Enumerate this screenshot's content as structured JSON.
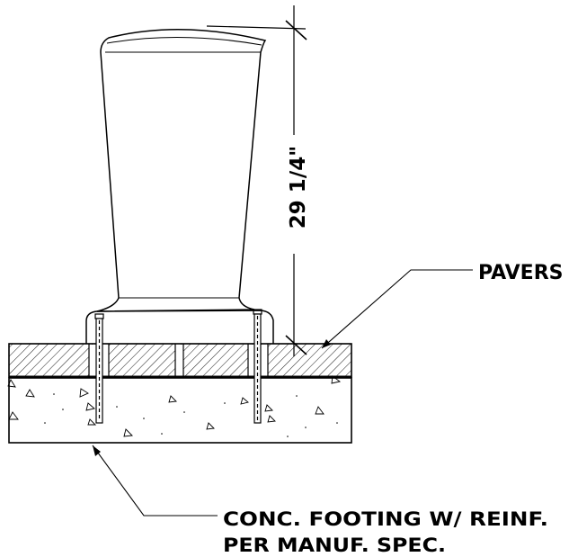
{
  "dimension": {
    "text": "29 1/4\""
  },
  "callouts": {
    "pavers": "PAVERS",
    "footing_line1": "CONC. FOOTING W/ REINF.",
    "footing_line2": "PER MANUF. SPEC."
  },
  "colors": {
    "ink": "#000000",
    "background": "#ffffff"
  }
}
